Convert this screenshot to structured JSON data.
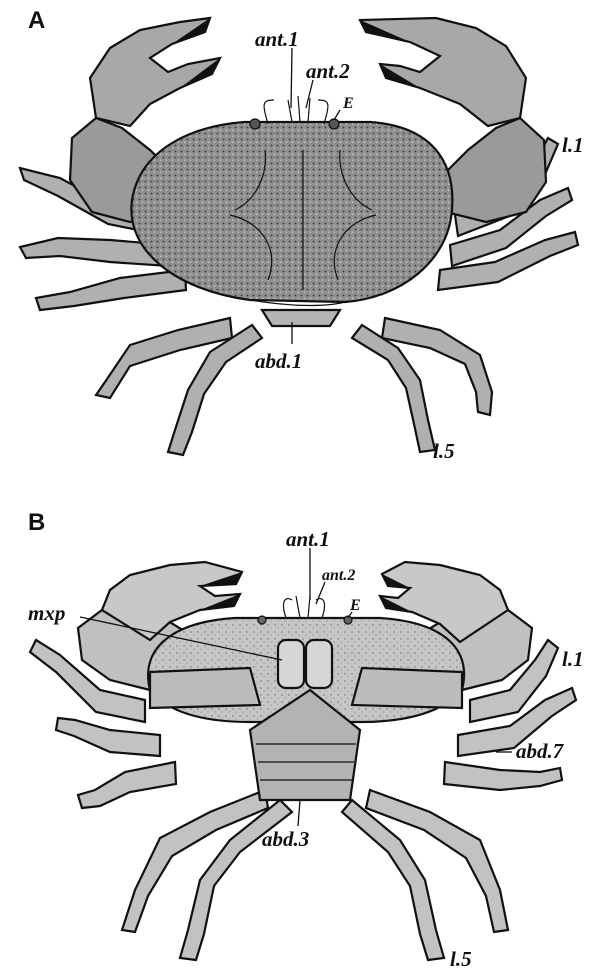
{
  "figure": {
    "panels": [
      {
        "id": "A",
        "letter": "A",
        "view": "dorsal",
        "labels": {
          "ant1": "ant.1",
          "ant2": "ant.2",
          "eye": "E",
          "leg1": "l.1",
          "abd1": "abd.1",
          "leg5": "l.5"
        }
      },
      {
        "id": "B",
        "letter": "B",
        "view": "ventral",
        "labels": {
          "ant1": "ant.1",
          "ant2": "ant.2",
          "eye": "E",
          "mxp": "mxp",
          "leg1": "l.1",
          "abd7": "abd.7",
          "abd3": "abd.3",
          "leg5": "l.5"
        }
      }
    ],
    "colors": {
      "ink": "#111111",
      "shell_dorsal": "#8c8c8c",
      "shell_ventral": "#c4c4c4",
      "leg": "#b0b0b0",
      "claw_tip": "#111111",
      "background": "#ffffff"
    }
  }
}
